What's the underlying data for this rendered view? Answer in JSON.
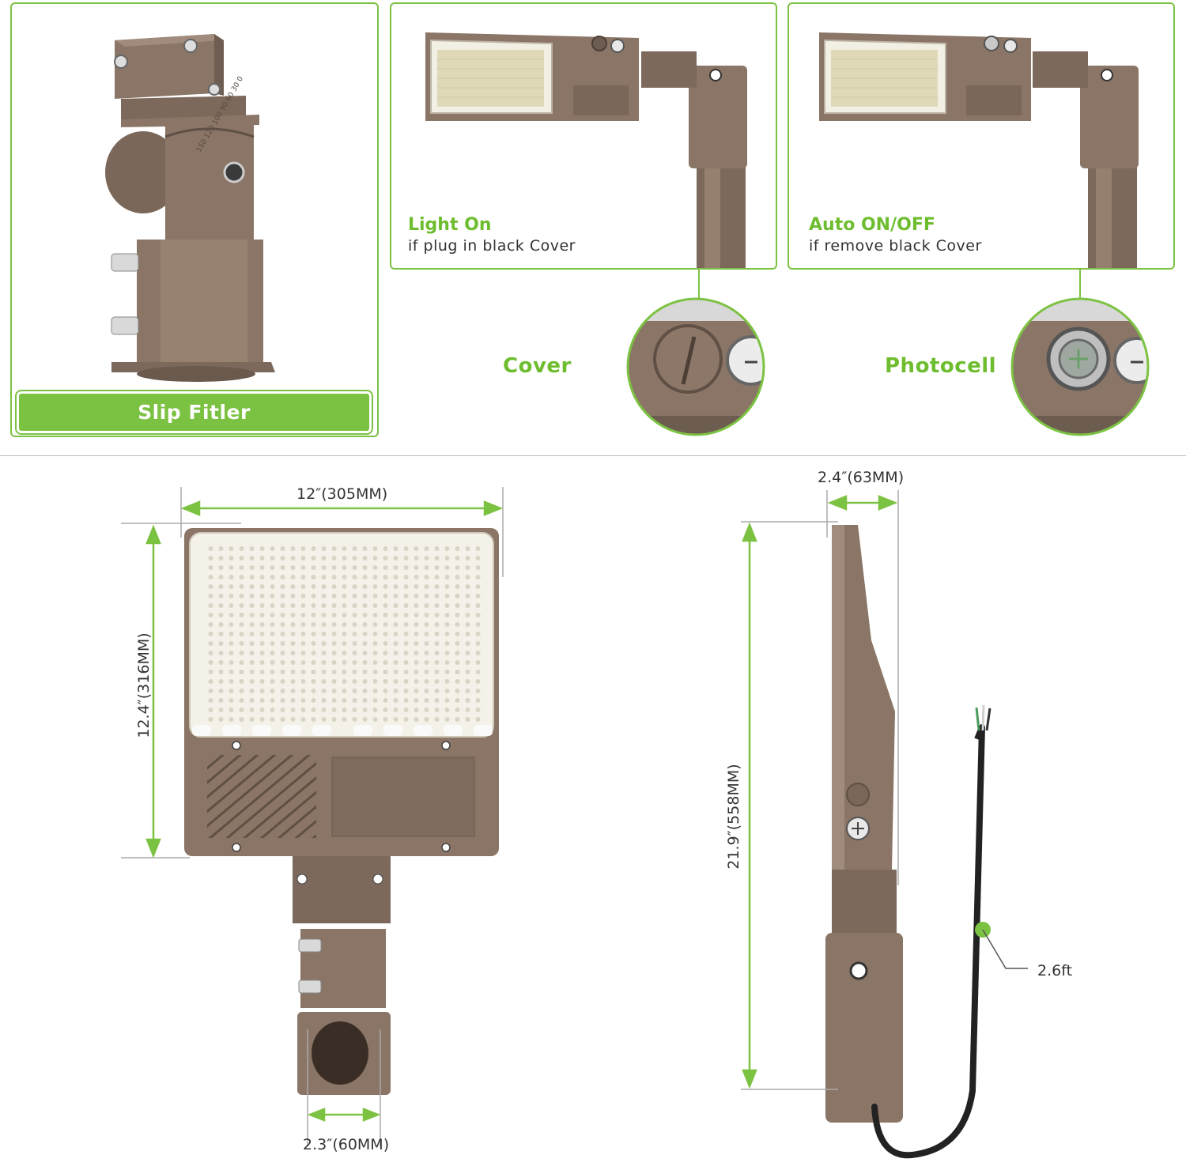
{
  "panels": {
    "slip_fitter": {
      "banner_label": "Slip Fitler"
    },
    "light_on": {
      "title": "Light On",
      "subtitle": "if plug in black Cover"
    },
    "auto_on_off": {
      "title": "Auto ON/OFF",
      "subtitle": "if remove black Cover"
    }
  },
  "callouts": {
    "cover": {
      "label": "Cover"
    },
    "photocell": {
      "label": "Photocell"
    }
  },
  "dimensions": {
    "front_width": "12″(305MM)",
    "front_height": "12.4″(316MM)",
    "slip_fitter_width": "2.3″(60MM)",
    "side_depth": "2.4″(63MM)",
    "side_height": "21.9″(558MM)",
    "cable_length": "2.6ft"
  },
  "colors": {
    "accent_green": "#7cc242",
    "housing_bronze": "#8a7566",
    "led_panel": "#f4f1e8"
  }
}
